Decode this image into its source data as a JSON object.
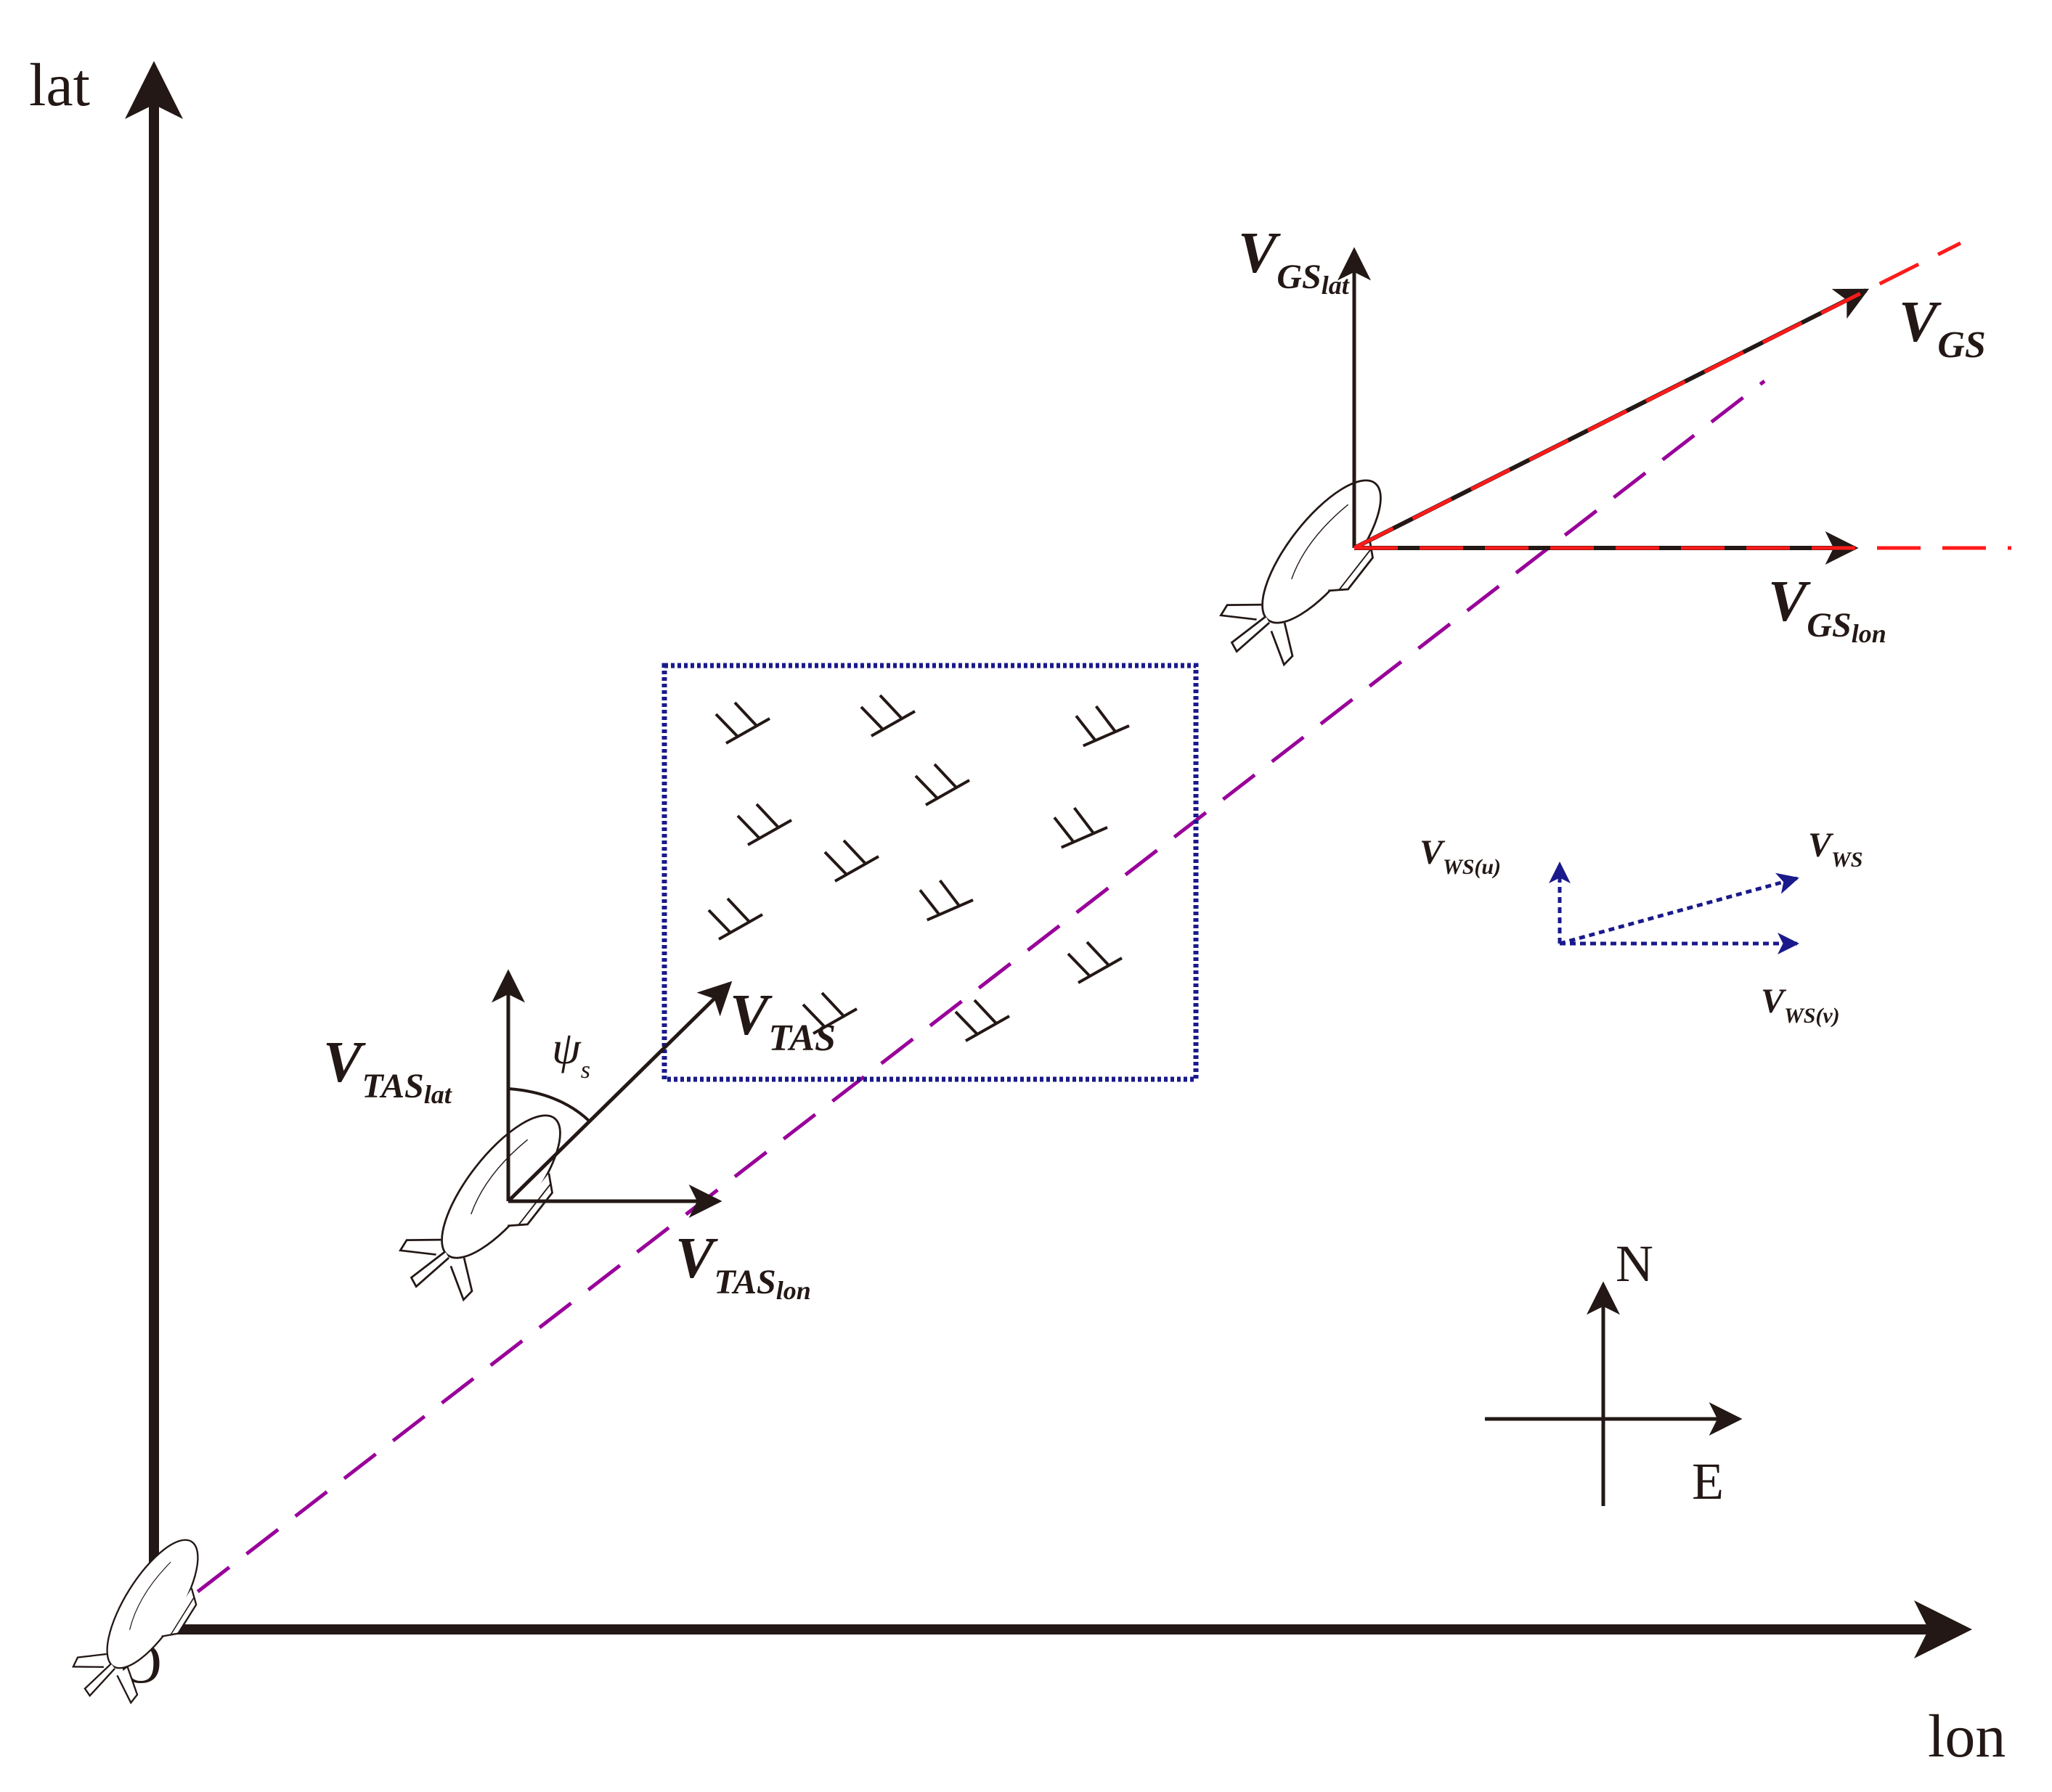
{
  "axes": {
    "x_label": "lon",
    "y_label": "lat",
    "origin_label": "O"
  },
  "compass": {
    "north": "N",
    "east": "E"
  },
  "vectors": {
    "tas": {
      "main": "V",
      "sub": "TAS"
    },
    "tas_lat": {
      "main": "V",
      "sub": "TAS",
      "subsub": "lat"
    },
    "tas_lon": {
      "main": "V",
      "sub": "TAS",
      "subsub": "lon"
    },
    "heading_angle": {
      "main": "ψ",
      "sub": "s"
    },
    "gs": {
      "main": "V",
      "sub": "GS"
    },
    "gs_lat": {
      "main": "V",
      "sub": "GS",
      "subsub": "lat"
    },
    "gs_lon": {
      "main": "V",
      "sub": "GS",
      "subsub": "lon"
    },
    "ws": {
      "main": "V",
      "sub": "WS"
    },
    "ws_u": {
      "main": "V",
      "sub": "WS(u)"
    },
    "ws_v": {
      "main": "V",
      "sub": "WS(v)"
    }
  },
  "colors": {
    "axis": "#231815",
    "track": "#990099",
    "ground_speed": "#ff1a1a",
    "wind": "#1a1a8c",
    "wind_region": "#1a1a8c"
  },
  "icons": [
    "airship-icon",
    "wind-barb-icon"
  ]
}
